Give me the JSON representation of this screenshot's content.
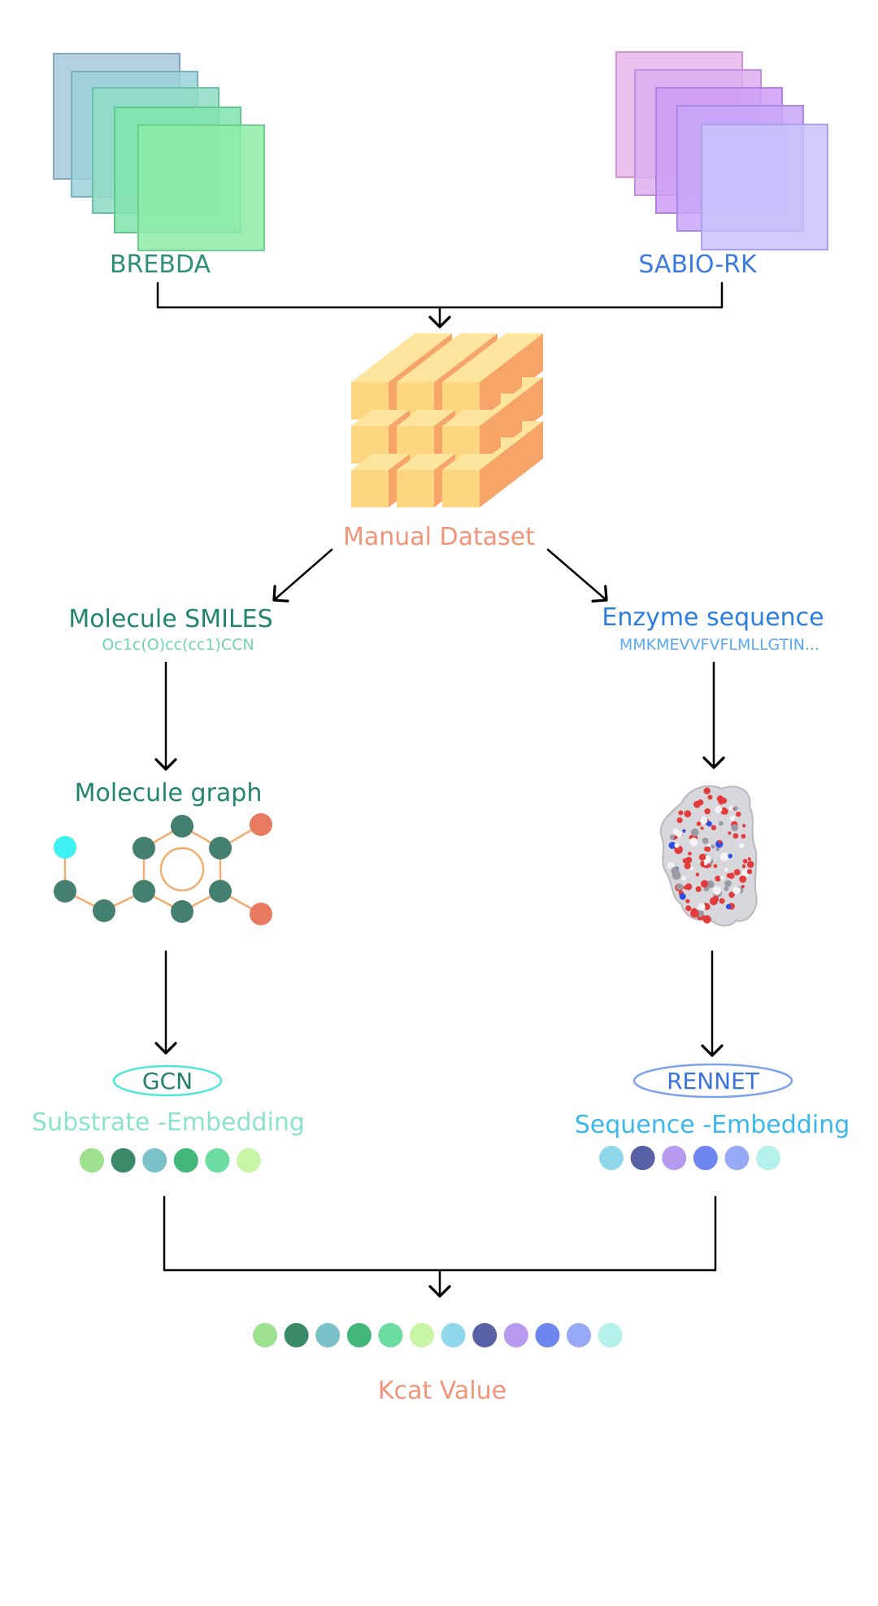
{
  "sources": {
    "left": {
      "label": "BREBDA",
      "color": "#2f8f7b"
    },
    "right": {
      "label": "SABIO-RK",
      "color": "#3d7be0"
    }
  },
  "dataset": {
    "label": "Manual Dataset",
    "color": "#f0957a"
  },
  "substrate_branch": {
    "input_title": "Molecule SMILES",
    "input_value": "Oc1c(O)cc(cc1)CCN",
    "graph_title": "Molecule graph",
    "model": "GCN",
    "embedding_label": "Substrate -Embedding",
    "embedding_colors": [
      "#9de08d",
      "#3b8a67",
      "#7cc2cb",
      "#43b67a",
      "#6ddca0",
      "#c9f5a6"
    ]
  },
  "enzyme_branch": {
    "input_title": "Enzyme sequence",
    "input_value": "MMKMEVVFVFLMLLGTIN...",
    "model": "RENNET",
    "embedding_label": "Sequence -Embedding",
    "embedding_colors": [
      "#8fd8ec",
      "#5761a5",
      "#b69aef",
      "#6e86ef",
      "#98a9f6",
      "#b4f1ea"
    ]
  },
  "output": {
    "label": "Kcat Value",
    "colors": [
      "#9de08d",
      "#3b8a67",
      "#7cc2cb",
      "#43b67a",
      "#6ddca0",
      "#c9f5a6",
      "#8fd8ec",
      "#5761a5",
      "#b69aef",
      "#6e86ef",
      "#98a9f6",
      "#b4f1ea"
    ]
  }
}
